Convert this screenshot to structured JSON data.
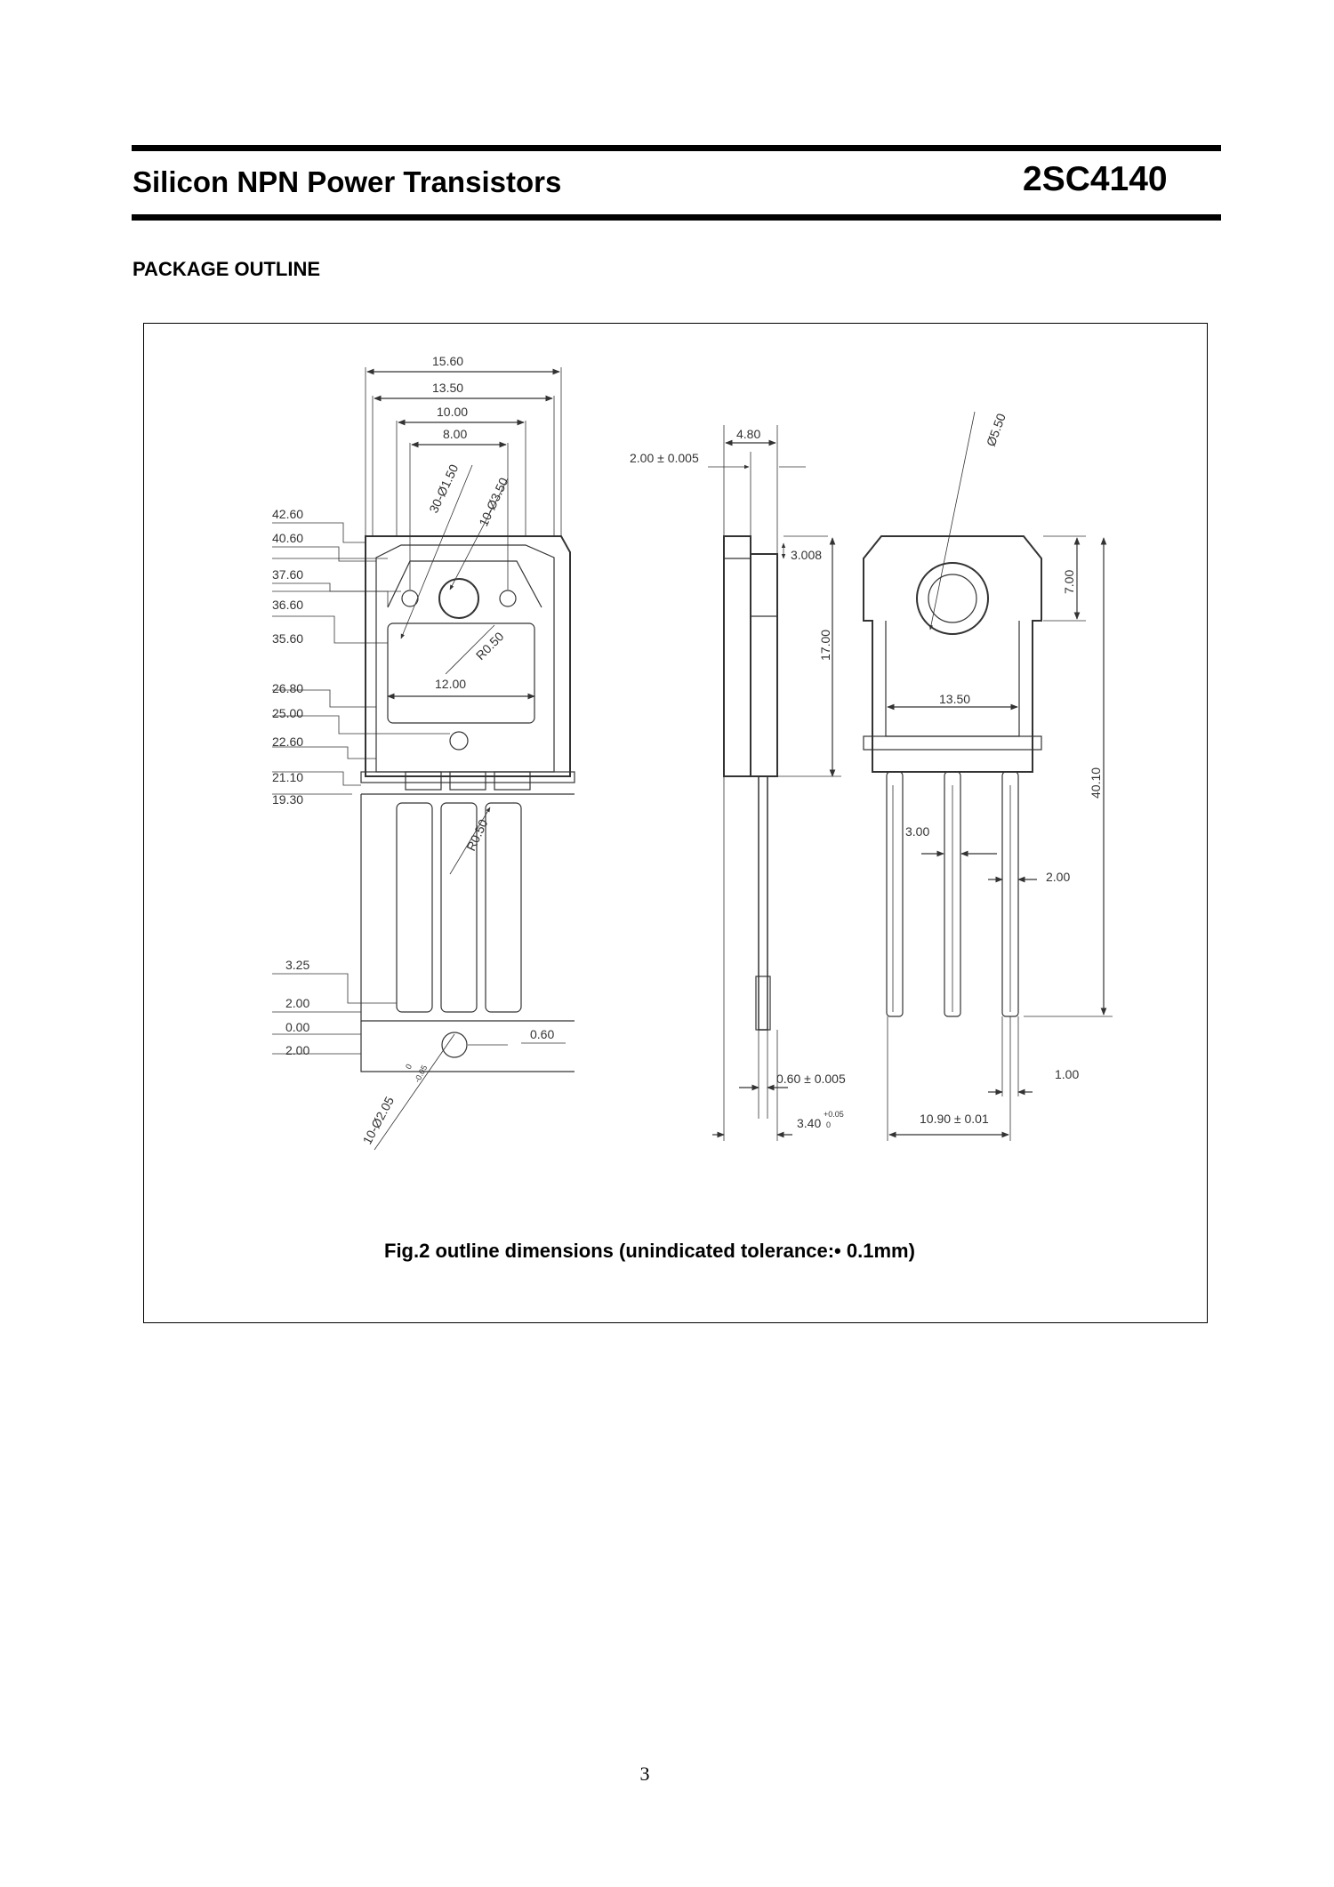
{
  "header": {
    "title": "Silicon NPN Power Transistors",
    "part_number": "2SC4140"
  },
  "section_title": "PACKAGE OUTLINE",
  "drawing": {
    "front_left_dims": [
      "42.60",
      "40.60",
      "37.60",
      "36.60",
      "35.60",
      "26.80",
      "25.00",
      "22.60",
      "21.10",
      "19.30",
      "3.25",
      "2.00",
      "0.00",
      "2.00"
    ],
    "front_top_dims": [
      "15.60",
      "13.50",
      "10.00",
      "8.00"
    ],
    "front_inner": {
      "hole_small": "30-Ø1.50",
      "hole_large": "10-Ø3.50",
      "radius_window": "R0.50",
      "window_width": "12.00",
      "radius_lead": "R0.50",
      "lead_gap": "0.60",
      "bottom_hole": "10-Ø2.05",
      "bottom_hole_tol_upper": "0",
      "bottom_hole_tol_lower": "-0.05"
    },
    "side_view": {
      "thickness": "4.80",
      "flange": "2.00 ± 0.005",
      "chamfer": "3.008",
      "height": "17.00",
      "lead_thickness": "0.60 ± 0.005",
      "overall": "3.40",
      "overall_tol_upper": "+0.05",
      "overall_tol_lower": "0"
    },
    "rear_view": {
      "hole_dia": "Ø5.50",
      "tab_height": "7.00",
      "body_width": "13.50",
      "total_height": "40.10",
      "lead_pitch": "3.00",
      "lead_width": "2.00",
      "lead_thk": "1.00",
      "pin_span": "10.90 ± 0.01"
    }
  },
  "caption": "Fig.2 outline dimensions (unindicated tolerance:• 0.1mm)",
  "page_number": "3"
}
